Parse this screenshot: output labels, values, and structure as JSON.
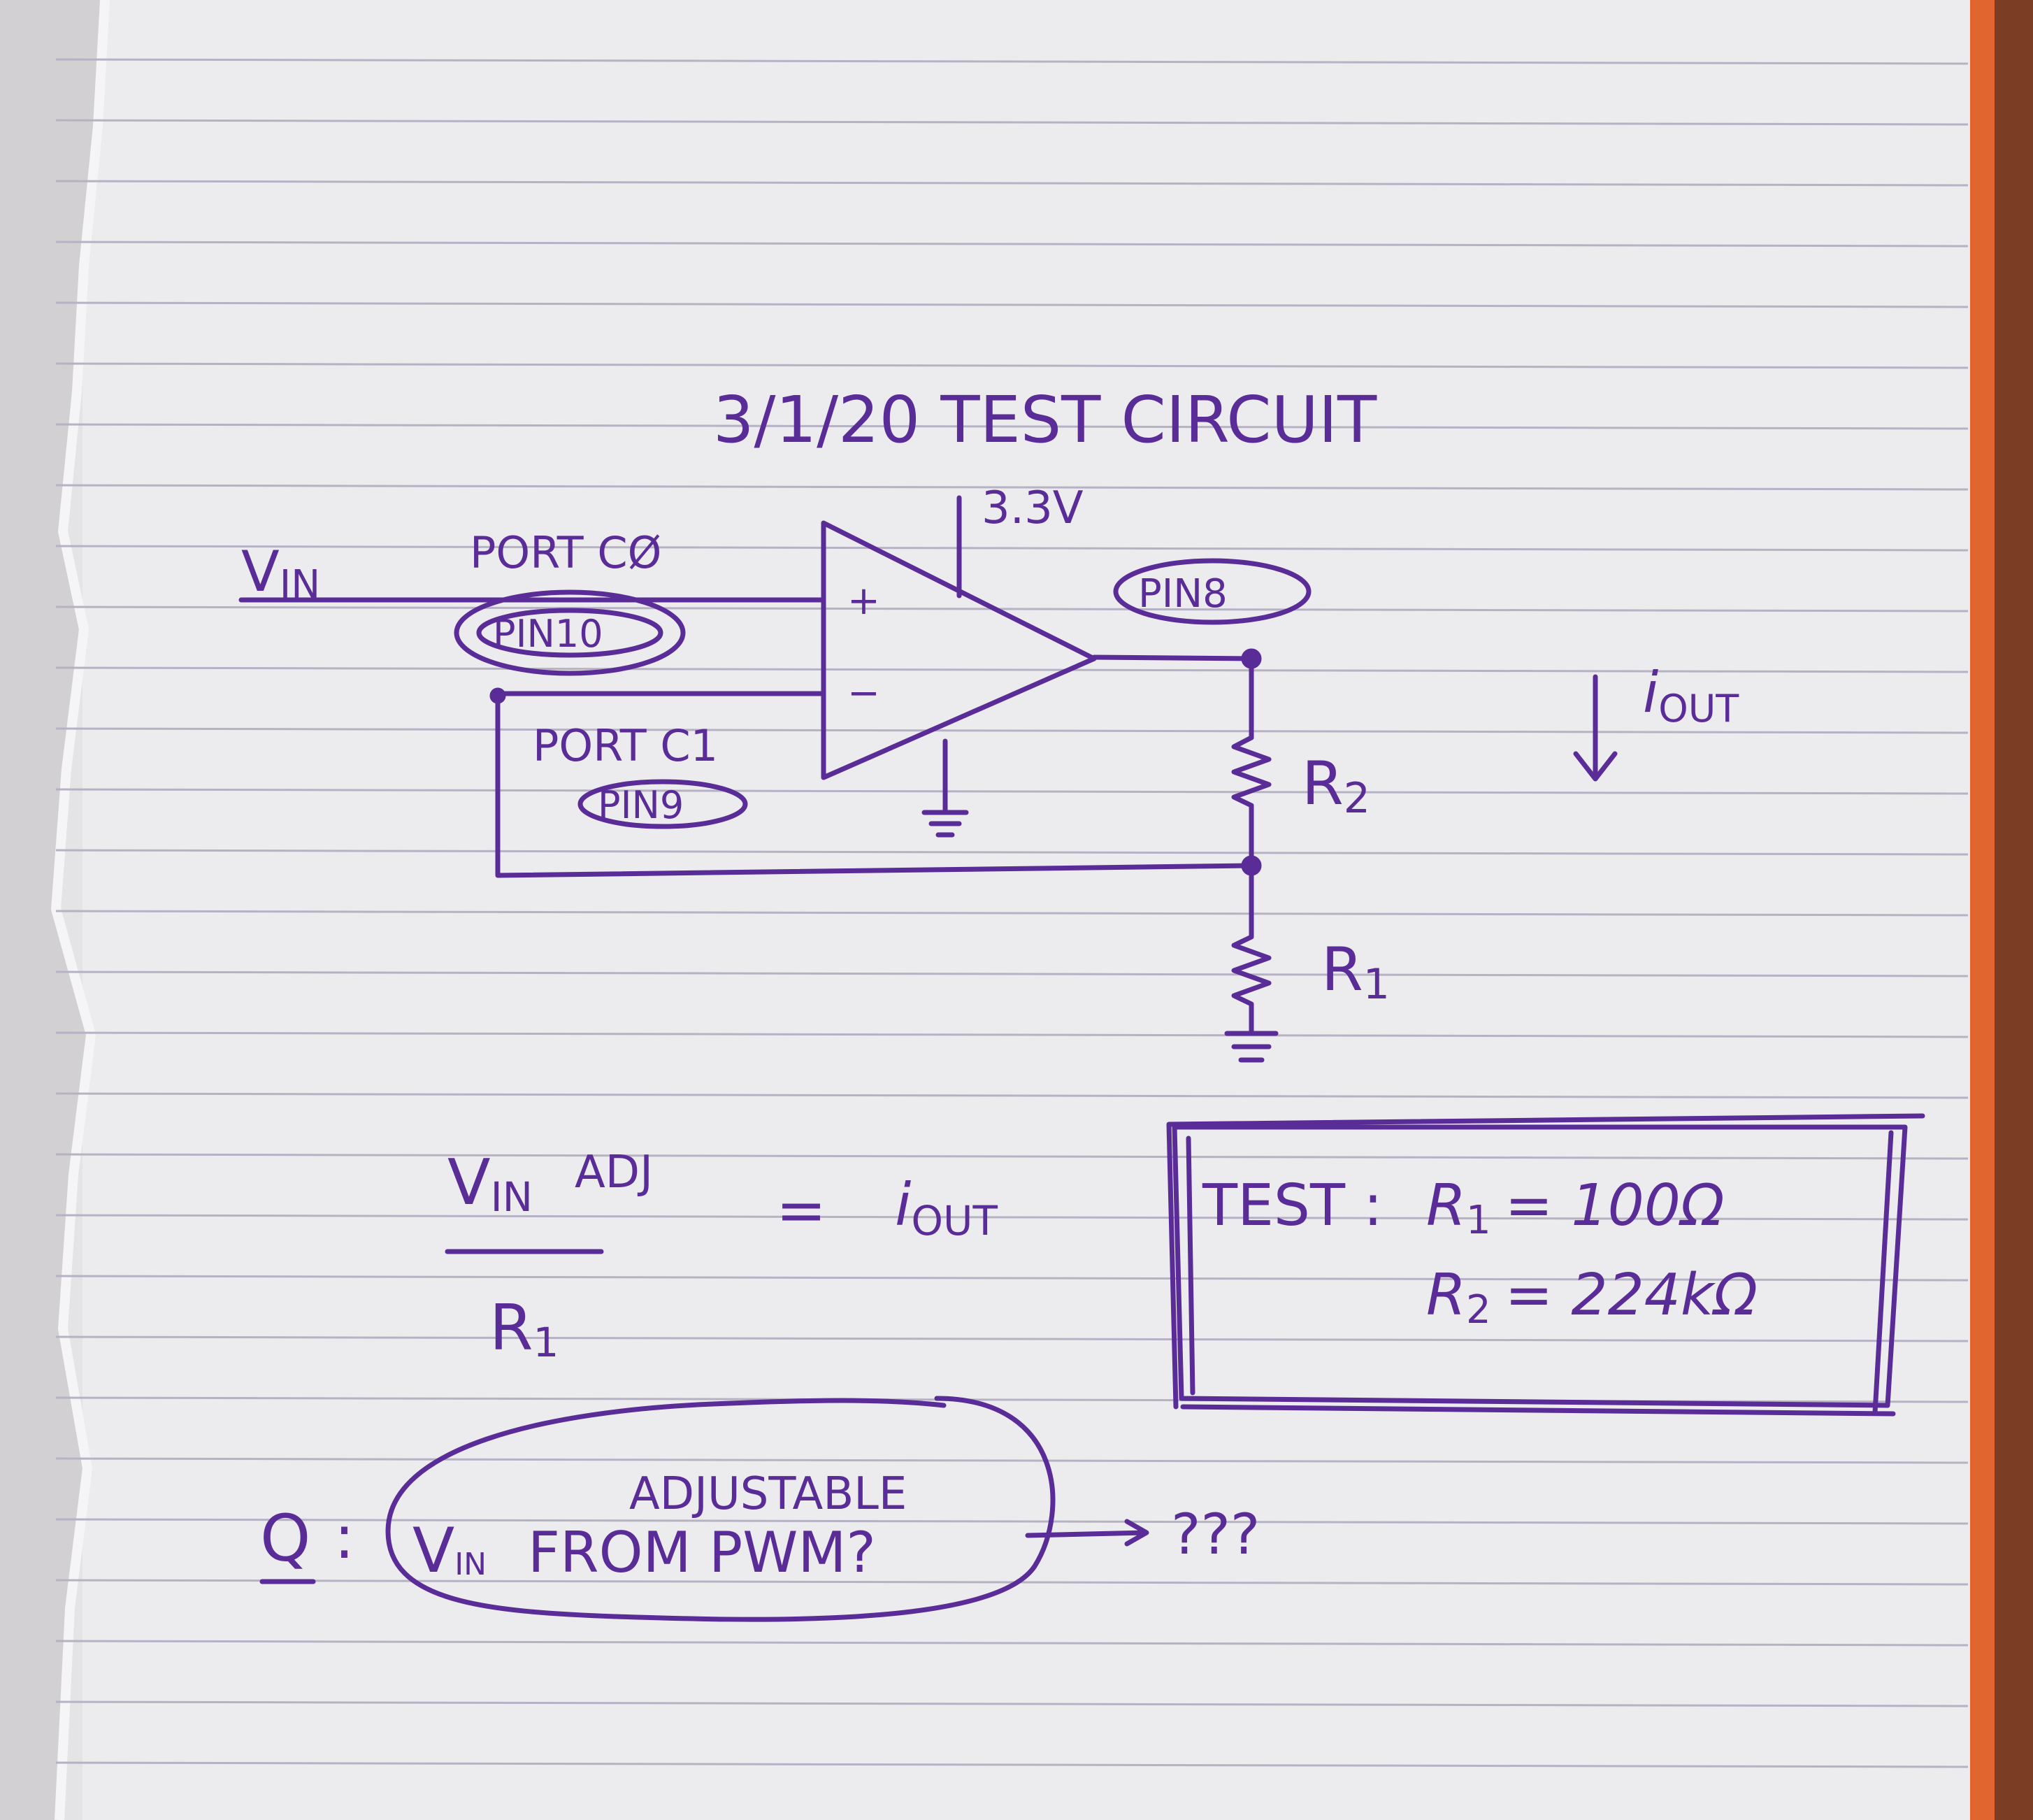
{
  "colors": {
    "ink": "#5a2c97",
    "paper": "#ecebee",
    "rule_line": "#b6b2c4",
    "left_page": "#d2d0d2",
    "cover": "#e0652f",
    "desk": "#7b3d23"
  },
  "title": "3/1/20 TEST CIRCUIT",
  "supply_label": "3.3V",
  "vin_label": "V",
  "vin_sub": "IN",
  "port_c0_label": "PORT CØ",
  "pin10_label": "PIN10",
  "port_c1_label": "PORT C1",
  "pin9_label": "PIN9",
  "pin8_label": "PIN8",
  "plus_sign": "+",
  "minus_sign": "−",
  "r2_label": "R",
  "r2_sub": "2",
  "r1_label": "R",
  "r1_sub": "1",
  "current_label": "i",
  "current_sub": "OUT",
  "formula": {
    "numerator_label": "V",
    "numerator_sub": "IN",
    "numerator_sup": "ADJ",
    "denominator_label": "R",
    "denominator_sub": "1",
    "equals": "=",
    "result_label": "i",
    "result_sub": "OUT"
  },
  "test_box": {
    "heading": "TEST :",
    "r1_label": "R",
    "r1_sub": "1",
    "r1_value": "= 100Ω",
    "r2_label": "R",
    "r2_sub": "2",
    "r2_value": "= 224kΩ"
  },
  "question": {
    "prefix": "Q",
    "colon": ":",
    "above": "ADJUSTABLE",
    "label": "V",
    "label_sub": "IN",
    "text": "FROM PWM?",
    "trail": "???"
  }
}
